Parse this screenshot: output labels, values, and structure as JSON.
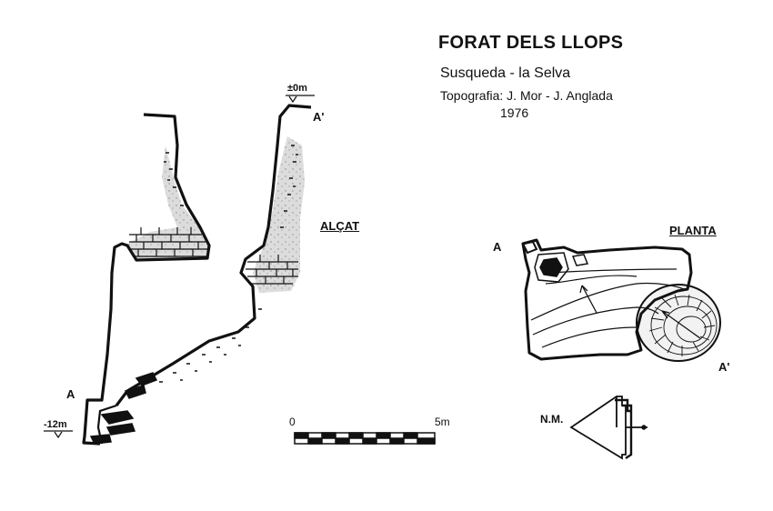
{
  "header": {
    "title": "FORAT DELS LLOPS",
    "location": "Susqueda  -  la Selva",
    "survey": "Topografia: J. Mor - J. Anglada",
    "year": "1976"
  },
  "section": {
    "label": "ALÇAT",
    "depth_top": "±0m",
    "depth_bottom": "-12m",
    "point_a": "A",
    "point_a_prime": "A'"
  },
  "plan": {
    "label": "PLANTA",
    "point_a": "A",
    "point_a_prime": "A'"
  },
  "scale": {
    "start": "0",
    "end": "5m"
  },
  "north": {
    "label": "N.M."
  }
}
